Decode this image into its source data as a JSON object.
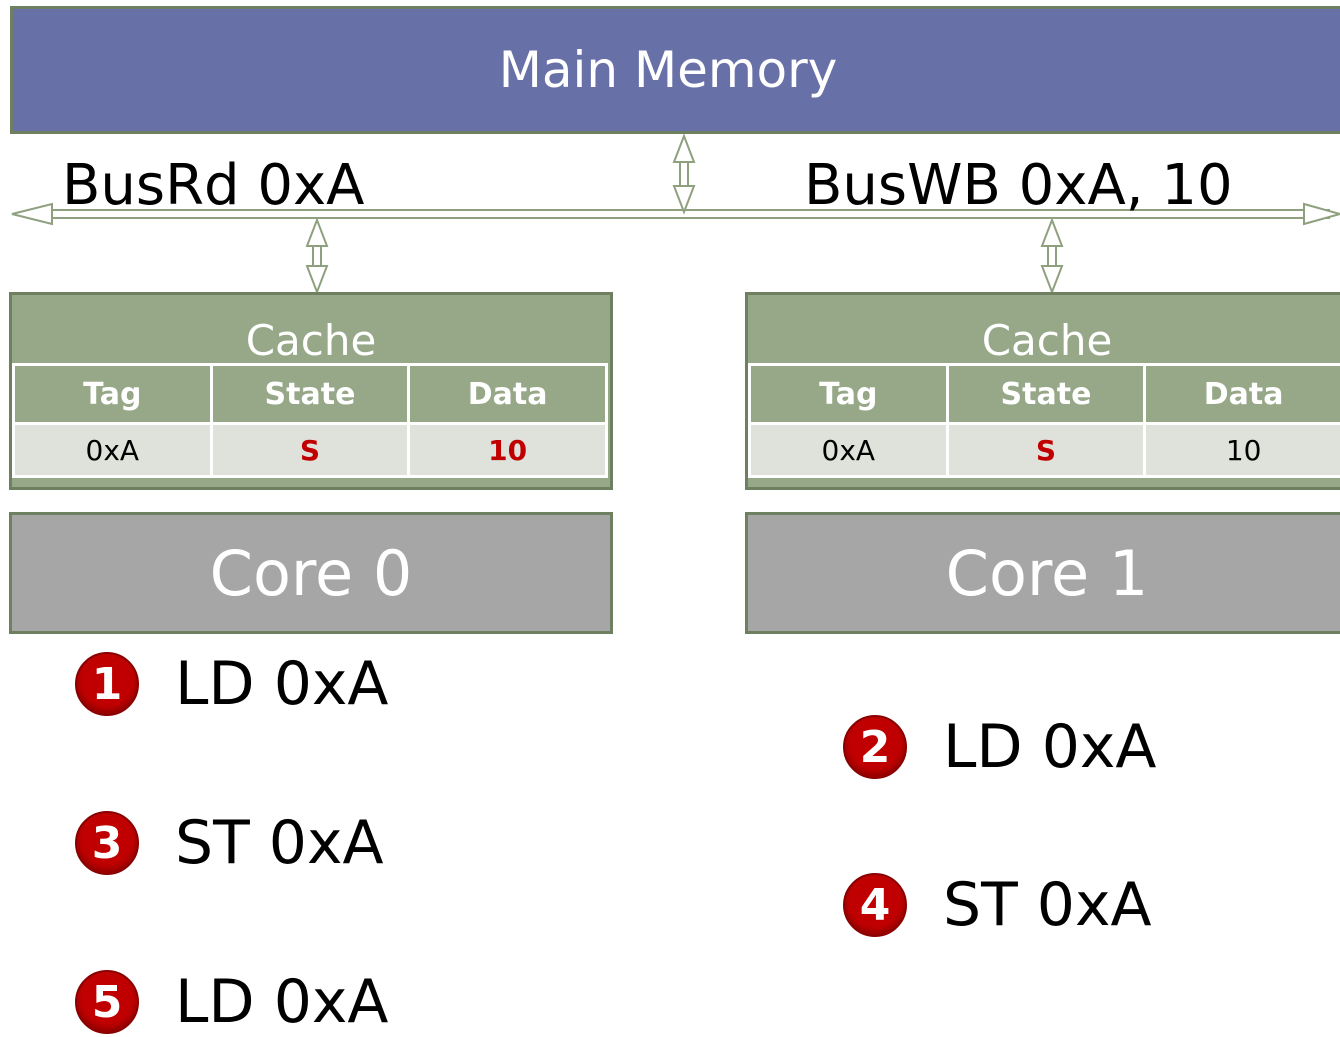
{
  "main_memory": {
    "label": "Main Memory"
  },
  "bus": {
    "left_label": "BusRd 0xA",
    "right_label": "BusWB 0xA, 10"
  },
  "caches": [
    {
      "title": "Cache",
      "headers": [
        "Tag",
        "State",
        "Data"
      ],
      "row": {
        "tag": "0xA",
        "state": "S",
        "data": "10"
      }
    },
    {
      "title": "Cache",
      "headers": [
        "Tag",
        "State",
        "Data"
      ],
      "row": {
        "tag": "0xA",
        "state": "S",
        "data": "10"
      }
    }
  ],
  "cores": [
    {
      "label": "Core 0"
    },
    {
      "label": "Core 1"
    }
  ],
  "steps": [
    {
      "num": "1",
      "text": "LD 0xA"
    },
    {
      "num": "2",
      "text": "LD 0xA"
    },
    {
      "num": "3",
      "text": "ST 0xA"
    },
    {
      "num": "4",
      "text": "ST 0xA"
    },
    {
      "num": "5",
      "text": "LD 0xA"
    }
  ],
  "colors": {
    "main_memory": "#6870a8",
    "cache": "#96a888",
    "core": "#a6a6a6",
    "highlight": "#c00000"
  }
}
